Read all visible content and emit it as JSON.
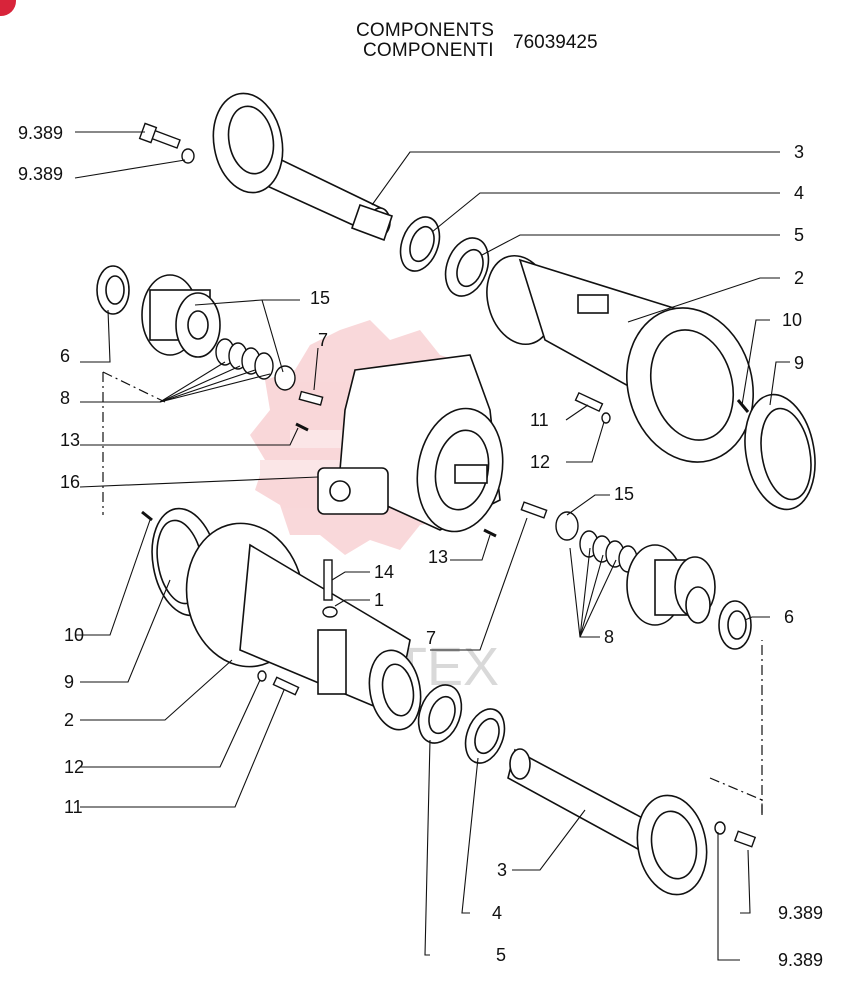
{
  "header": {
    "title_en": "COMPONENTS",
    "title_it": "COMPONENTI",
    "code": "76039425"
  },
  "watermark": {
    "text": "INTEX",
    "color": "#f2a8ad"
  },
  "callouts": [
    {
      "id": "c-9389-a",
      "label": "9.389"
    },
    {
      "id": "c-9389-b",
      "label": "9.389"
    },
    {
      "id": "c-3-top",
      "label": "3"
    },
    {
      "id": "c-4-top",
      "label": "4"
    },
    {
      "id": "c-5-top",
      "label": "5"
    },
    {
      "id": "c-2-top",
      "label": "2"
    },
    {
      "id": "c-15-top",
      "label": "15"
    },
    {
      "id": "c-10-top",
      "label": "10"
    },
    {
      "id": "c-9-top",
      "label": "9"
    },
    {
      "id": "c-6-left",
      "label": "6"
    },
    {
      "id": "c-7-top",
      "label": "7"
    },
    {
      "id": "c-8-left",
      "label": "8"
    },
    {
      "id": "c-13-left",
      "label": "13"
    },
    {
      "id": "c-11-mid",
      "label": "11"
    },
    {
      "id": "c-12-mid",
      "label": "12"
    },
    {
      "id": "c-16",
      "label": "16"
    },
    {
      "id": "c-15-mid",
      "label": "15"
    },
    {
      "id": "c-13-mid",
      "label": "13"
    },
    {
      "id": "c-14",
      "label": "14"
    },
    {
      "id": "c-1",
      "label": "1"
    },
    {
      "id": "c-6-right",
      "label": "6"
    },
    {
      "id": "c-10-left",
      "label": "10"
    },
    {
      "id": "c-7-mid",
      "label": "7"
    },
    {
      "id": "c-8-mid",
      "label": "8"
    },
    {
      "id": "c-9-left",
      "label": "9"
    },
    {
      "id": "c-2-left",
      "label": "2"
    },
    {
      "id": "c-12-left",
      "label": "12"
    },
    {
      "id": "c-11-left",
      "label": "11"
    },
    {
      "id": "c-3-bot",
      "label": "3"
    },
    {
      "id": "c-4-bot",
      "label": "4"
    },
    {
      "id": "c-9389-c",
      "label": "9.389"
    },
    {
      "id": "c-5-bot",
      "label": "5"
    },
    {
      "id": "c-9389-d",
      "label": "9.389"
    }
  ]
}
